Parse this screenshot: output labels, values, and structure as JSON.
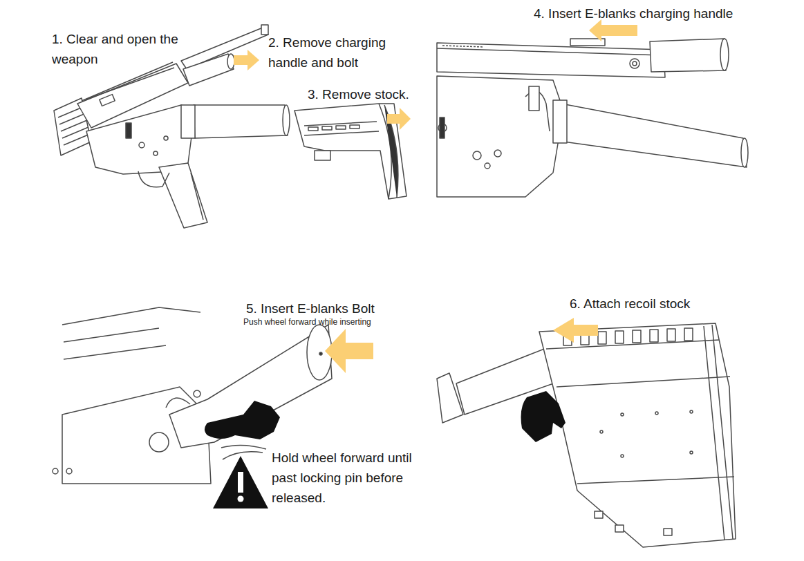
{
  "diagram": {
    "labels": [
      "1. Clear and open the weapon",
      "2. Remove charging handle and bolt",
      "3. Remove stock.",
      "4. Insert E-blanks charging handle",
      "5. Insert E-blanks Bolt",
      "Push wheel forward while inserting",
      "Hold wheel forward until past locking pin before released.",
      "6. Attach recoil stock"
    ]
  }
}
